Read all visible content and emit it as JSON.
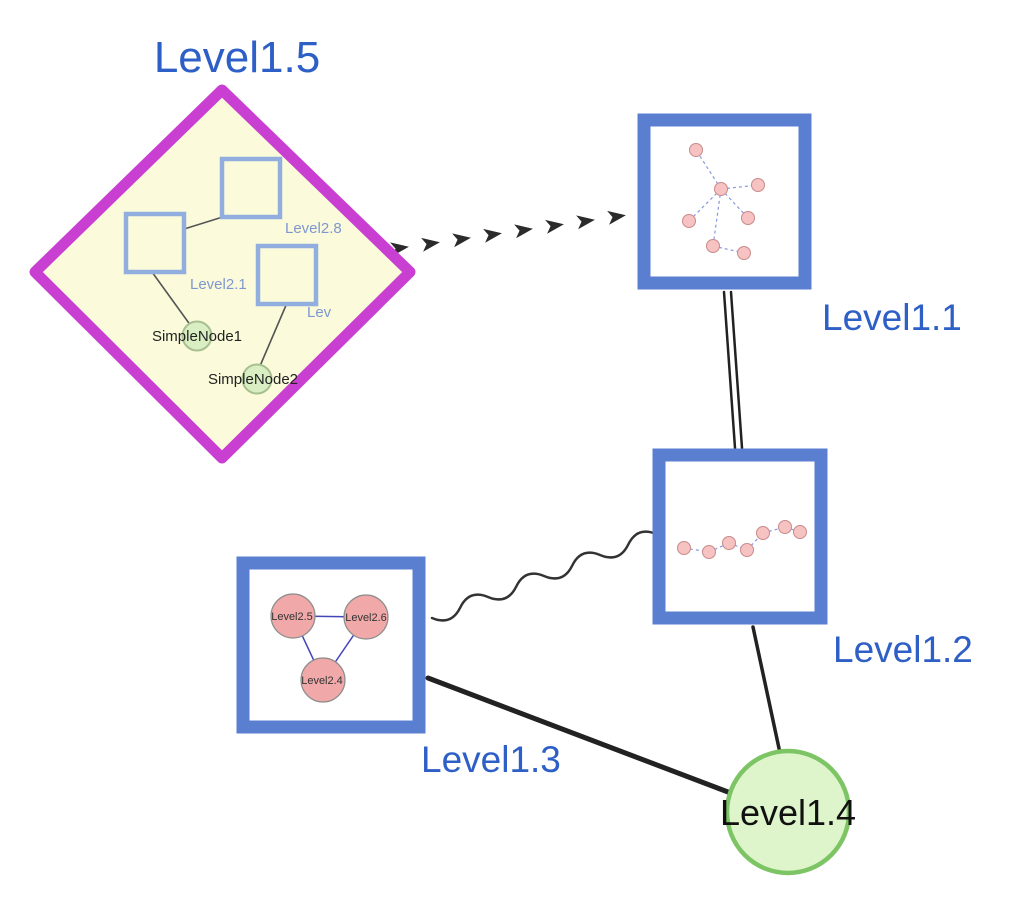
{
  "canvas": {
    "background": "#ffffff"
  },
  "nodes": {
    "level15": {
      "label": "Level1.5",
      "shape": "diamond-group",
      "children": {
        "square_top_label": "Level2.8",
        "square_left_label": "Level2.1",
        "square_right_label": "Lev",
        "simple_node1_label": "SimpleNode1",
        "simple_node2_label": "SimpleNode2"
      }
    },
    "level11": {
      "label": "Level1.1",
      "shape": "square-group"
    },
    "level12": {
      "label": "Level1.2",
      "shape": "square-group"
    },
    "level13": {
      "label": "Level1.3",
      "shape": "square-group",
      "children": {
        "node_left_label": "Level2.5",
        "node_right_label": "Level2.6",
        "node_bottom_label": "Level2.4"
      }
    },
    "level14": {
      "label": "Level1.4",
      "shape": "circle"
    }
  },
  "edges": [
    {
      "from": "Level1.5",
      "to": "Level1.1",
      "style": "dashed-arrow-chain"
    },
    {
      "from": "Level1.1",
      "to": "Level1.2",
      "style": "double-line"
    },
    {
      "from": "Level1.3",
      "to": "Level1.2",
      "style": "wavy"
    },
    {
      "from": "Level1.3",
      "to": "Level1.4",
      "style": "solid-thick"
    },
    {
      "from": "Level1.2",
      "to": "Level1.4",
      "style": "solid"
    }
  ],
  "colors": {
    "label_blue": "#2d5fc7",
    "node_border_blue": "#5b7fd0",
    "diamond_magenta": "#c93fd1",
    "diamond_fill": "#fbfbdc",
    "inner_square_border": "#92aede",
    "simple_node_fill": "#d9efc3",
    "green_node_fill": "#def5cc",
    "green_node_stroke": "#7cc464",
    "pink_node_fill": "#f0a8a8",
    "edge_black": "#222222",
    "mini_edge_blue": "#8899dd"
  }
}
